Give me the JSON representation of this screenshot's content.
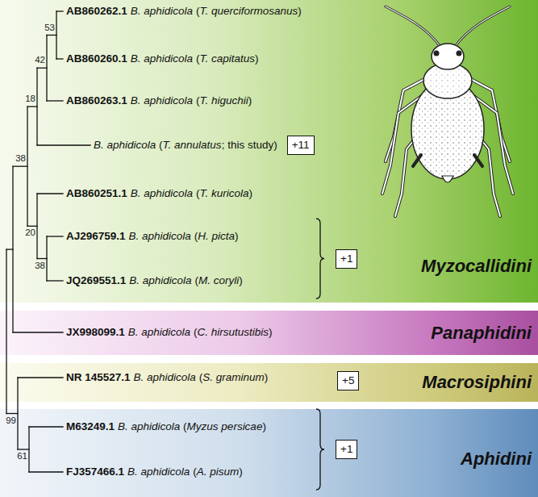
{
  "diagram": {
    "nodes": [
      {
        "text": [
          "Myzocallidini"
        ]
      },
      {
        "text": [
          "+11"
        ],
        "in": 0
      },
      {
        "text": [
          "+1"
        ],
        "in": 0
      },
      {
        "text": [
          "Panaphidini"
        ]
      },
      {
        "text": [
          "Macrosiphini"
        ]
      },
      {
        "text": [
          "+5"
        ],
        "in": 4
      },
      {
        "text": [
          "Aphidini"
        ]
      },
      {
        "text": [
          "+1"
        ],
        "in": 6
      }
    ],
    "labels": [
      "53",
      "AB860262.1",
      "B. aphidicola (T. querciformosanus)",
      "42",
      "AB860260.1",
      "B. aphidicola (T. capitatus)",
      "AB860263.1",
      "B. aphidicola (T. higuchii)",
      "18",
      "38",
      "B. aphidicola (T. annulatus; this study)",
      "AB860251.1",
      "B. aphidicola (T. kuricola)",
      "20",
      "AJ296759.1",
      "B. aphidicola (H. picta)",
      "38",
      "JQ269551.1",
      "B. aphidicola (M. coryli)",
      "JX998099.1",
      "B. aphidicola (C. hirsutustibis)",
      "NR 145527.1",
      "B. aphidicola (S. graminum)",
      "99",
      "M63249.1",
      "B. aphidicola (Myzus persicae)",
      "61",
      "FJ357466.1",
      "B. aphidicola (A. pisum)"
    ]
  }
}
